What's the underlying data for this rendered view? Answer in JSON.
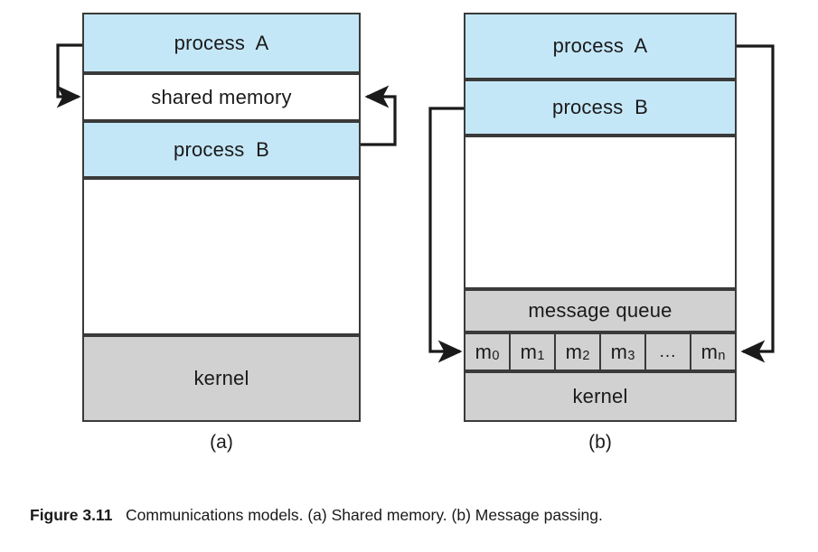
{
  "figure": {
    "caption_label": "Figure 3.11",
    "caption_text": "Communications models. (a) Shared memory. (b) Message passing.",
    "colors": {
      "process_fill": "#c4e7f8",
      "kernel_fill": "#d1d1d1",
      "free_fill": "#ffffff",
      "stroke": "#3a3a3a",
      "text": "#1a1a1a"
    }
  },
  "diagram_a": {
    "sublabel": "(a)",
    "blocks": [
      {
        "label": "process  A",
        "fill": "process"
      },
      {
        "label": "shared memory",
        "fill": "free"
      },
      {
        "label": "process  B",
        "fill": "process"
      },
      {
        "label": "",
        "fill": "free"
      },
      {
        "label": "kernel",
        "fill": "kernel"
      }
    ],
    "arrows": [
      {
        "name": "process-a-to-shared-memory",
        "from": "process A",
        "to": "shared memory",
        "side": "left"
      },
      {
        "name": "process-b-to-shared-memory",
        "from": "process B",
        "to": "shared memory",
        "side": "right"
      }
    ]
  },
  "diagram_b": {
    "sublabel": "(b)",
    "blocks": [
      {
        "label": "process  A",
        "fill": "process"
      },
      {
        "label": "process  B",
        "fill": "process"
      },
      {
        "label": "",
        "fill": "free"
      },
      {
        "label": "message queue",
        "fill": "kernel"
      },
      {
        "label": "kernel",
        "fill": "kernel"
      }
    ],
    "message_queue_label": "message queue",
    "messages": [
      {
        "base": "m",
        "sub": "0"
      },
      {
        "base": "m",
        "sub": "1"
      },
      {
        "base": "m",
        "sub": "2"
      },
      {
        "base": "m",
        "sub": "3"
      },
      {
        "base": "...",
        "sub": ""
      },
      {
        "base": "m",
        "sub": "n"
      }
    ],
    "arrows": [
      {
        "name": "process-b-to-message-queue",
        "from": "process B",
        "to": "message queue",
        "side": "left"
      },
      {
        "name": "process-a-to-message-queue",
        "from": "process A",
        "to": "message queue",
        "side": "right"
      }
    ]
  }
}
